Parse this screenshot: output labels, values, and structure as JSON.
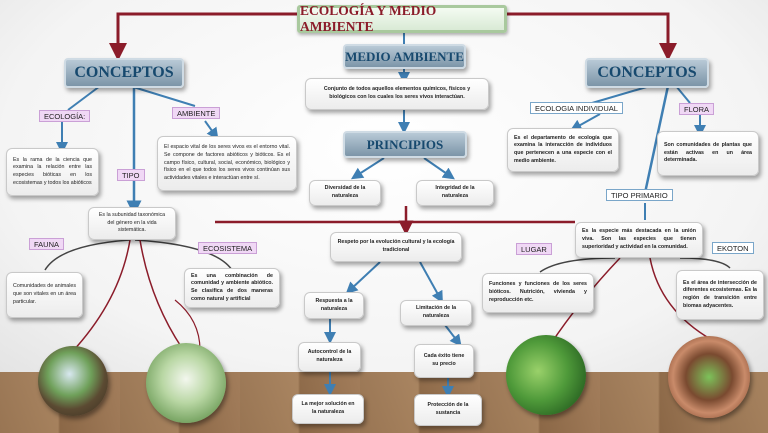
{
  "title": "ECOLOGÍA Y MEDIO AMBIENTE",
  "left": {
    "heading": "CONCEPTOS",
    "ecologia_tag": "ECOLOGÍA:",
    "ambiente_tag": "AMBIENTE",
    "ecologia_text": "Es la rama de la ciencia que examina la relación entre las especies bióticas en los ecosistemas y todos los abióticos",
    "ambiente_text": "El espacio vital de los seres vivos es el entorno vital. Se compone de factores abióticos y bióticos. Es el campo físico, cultural, social, económico, biológico y físico en el que todos los seres vivos continúan sus actividades vitales e interactúan entre sí.",
    "tipo_tag": "TIPO",
    "tipo_text": "Es la subunidad taxonómica del género en la vida sistemática.",
    "fauna_tag": "FAUNA",
    "fauna_text": "Comunidades de animales que son vitales en un área particular.",
    "ecosistema_tag": "ECOSISTEMA",
    "ecosistema_text": "Es una combinación de comunidad y ambiente abiótico. Se clasifica de dos maneras como natural y artificial"
  },
  "center": {
    "medio_heading": "MEDIO AMBIENTE",
    "medio_text": "Conjunto de todos aquellos elementos químicos, físicos y biológicos con los cuales los seres vivos interactúan.",
    "principios_heading": "PRINCIPIOS",
    "p1": "Diversidad de la naturaleza",
    "p2": "Integridad de la naturaleza",
    "p3": "Respeto por la evolución cultural y la ecología tradicional",
    "p4": "Respuesta a la naturaleza",
    "p5": "Limitación de la naturaleza",
    "p6": "Autocontrol de la naturaleza",
    "p7": "Cada éxito tiene su precio",
    "p8": "La mejor solución en la naturaleza",
    "p9": "Protección de la sustancia"
  },
  "right": {
    "heading": "CONCEPTOS",
    "ecologia_ind_tag": "ECOLOGIA INDIVIDUAL",
    "flora_tag": "FLORA",
    "ecologia_ind_text": "Es el departamento de ecología que examina la interacción de individuos que pertenecen a una especie con el medio ambiente.",
    "flora_text": "Son comunidades de plantas que están activas en un área determinada.",
    "tipo_primario_tag": "TIPO PRIMARIO",
    "tipo_primario_text": "Es la especie más destacada en la unión viva. Son las especies que tienen superioridad y actividad en la comunidad.",
    "lugar_tag": "LUGAR",
    "lugar_text": "Funciones y funciones de los seres bióticos. Nutrición, vivienda y reproducción etc.",
    "ekoton_tag": "EKOTON",
    "ekoton_text": "Es el área de intersección de diferentes ecosistemas. Es la región de transición entre biomas adyacentes."
  },
  "colors": {
    "connector_red": "#8b1c2a",
    "connector_blue": "#3f7fb3",
    "title_text": "#8b1c2a",
    "concept_text": "#17496e"
  }
}
